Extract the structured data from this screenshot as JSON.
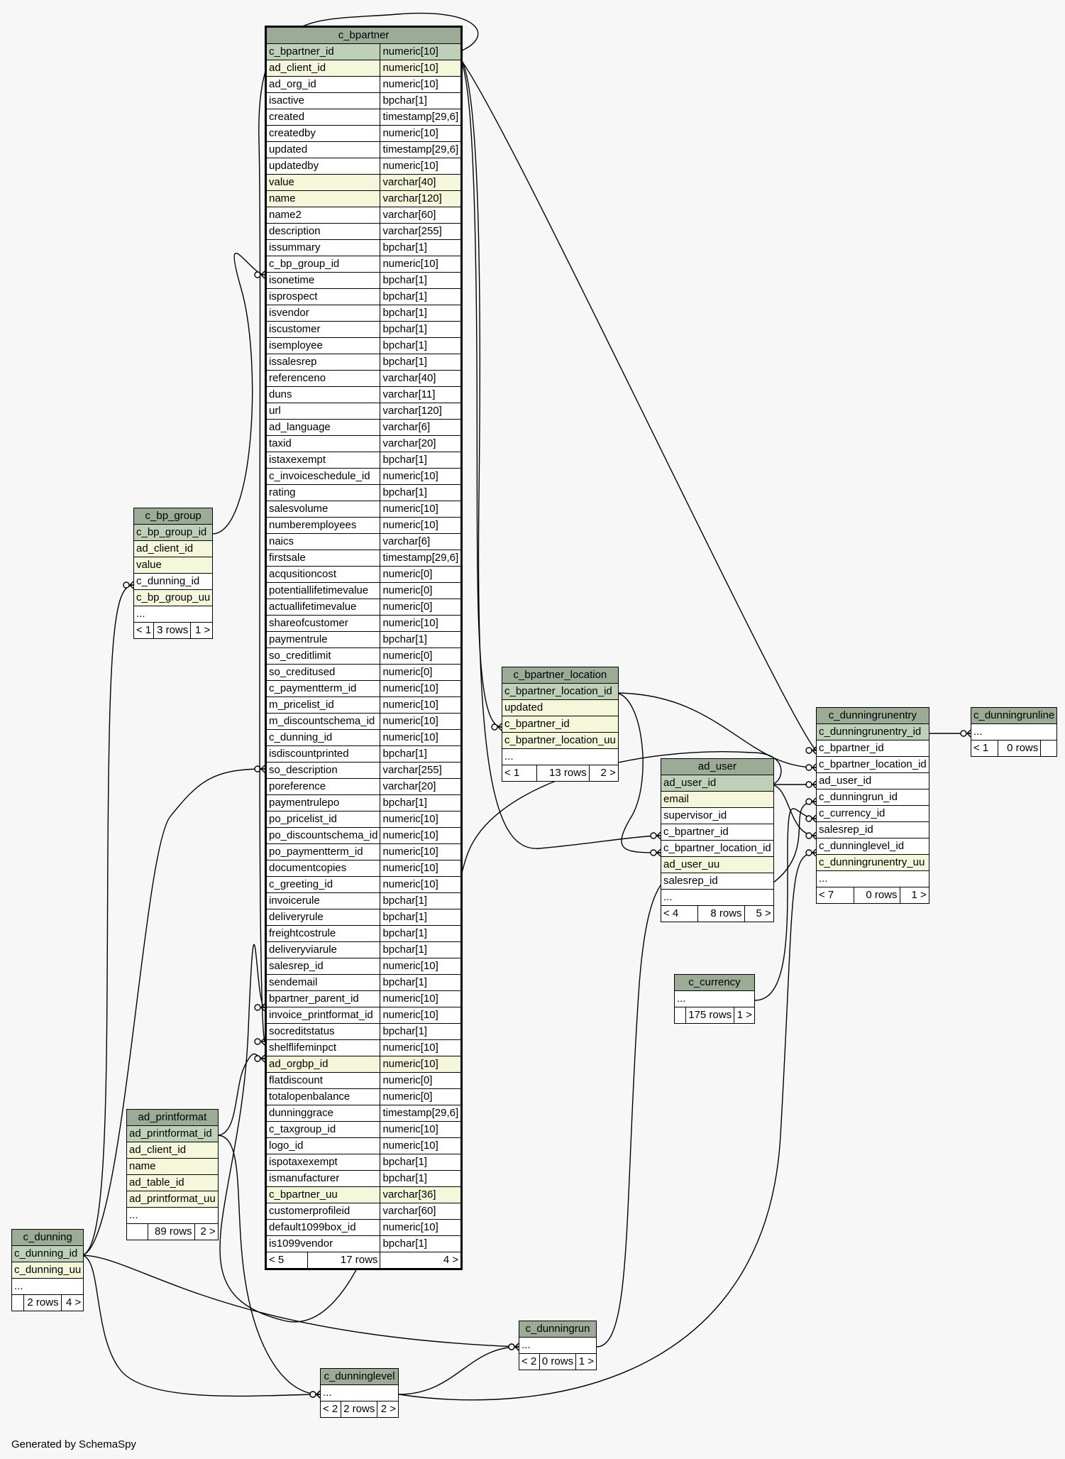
{
  "footer": "Generated by SchemaSpy",
  "tables": [
    {
      "key": "c_bpartner",
      "name": "c_bpartner",
      "main": true,
      "columns": [
        {
          "name": "c_bpartner_id",
          "type": "numeric[10]",
          "kind": "pk"
        },
        {
          "name": "ad_client_id",
          "type": "numeric[10]",
          "kind": "idx"
        },
        {
          "name": "ad_org_id",
          "type": "numeric[10]",
          "kind": "plain"
        },
        {
          "name": "isactive",
          "type": "bpchar[1]",
          "kind": "plain"
        },
        {
          "name": "created",
          "type": "timestamp[29,6]",
          "kind": "plain"
        },
        {
          "name": "createdby",
          "type": "numeric[10]",
          "kind": "plain"
        },
        {
          "name": "updated",
          "type": "timestamp[29,6]",
          "kind": "plain"
        },
        {
          "name": "updatedby",
          "type": "numeric[10]",
          "kind": "plain"
        },
        {
          "name": "value",
          "type": "varchar[40]",
          "kind": "idx"
        },
        {
          "name": "name",
          "type": "varchar[120]",
          "kind": "idx"
        },
        {
          "name": "name2",
          "type": "varchar[60]",
          "kind": "plain"
        },
        {
          "name": "description",
          "type": "varchar[255]",
          "kind": "plain"
        },
        {
          "name": "issummary",
          "type": "bpchar[1]",
          "kind": "plain"
        },
        {
          "name": "c_bp_group_id",
          "type": "numeric[10]",
          "kind": "plain"
        },
        {
          "name": "isonetime",
          "type": "bpchar[1]",
          "kind": "plain"
        },
        {
          "name": "isprospect",
          "type": "bpchar[1]",
          "kind": "plain"
        },
        {
          "name": "isvendor",
          "type": "bpchar[1]",
          "kind": "plain"
        },
        {
          "name": "iscustomer",
          "type": "bpchar[1]",
          "kind": "plain"
        },
        {
          "name": "isemployee",
          "type": "bpchar[1]",
          "kind": "plain"
        },
        {
          "name": "issalesrep",
          "type": "bpchar[1]",
          "kind": "plain"
        },
        {
          "name": "referenceno",
          "type": "varchar[40]",
          "kind": "plain"
        },
        {
          "name": "duns",
          "type": "varchar[11]",
          "kind": "plain"
        },
        {
          "name": "url",
          "type": "varchar[120]",
          "kind": "plain"
        },
        {
          "name": "ad_language",
          "type": "varchar[6]",
          "kind": "plain"
        },
        {
          "name": "taxid",
          "type": "varchar[20]",
          "kind": "plain"
        },
        {
          "name": "istaxexempt",
          "type": "bpchar[1]",
          "kind": "plain"
        },
        {
          "name": "c_invoiceschedule_id",
          "type": "numeric[10]",
          "kind": "plain"
        },
        {
          "name": "rating",
          "type": "bpchar[1]",
          "kind": "plain"
        },
        {
          "name": "salesvolume",
          "type": "numeric[10]",
          "kind": "plain"
        },
        {
          "name": "numberemployees",
          "type": "numeric[10]",
          "kind": "plain"
        },
        {
          "name": "naics",
          "type": "varchar[6]",
          "kind": "plain"
        },
        {
          "name": "firstsale",
          "type": "timestamp[29,6]",
          "kind": "plain"
        },
        {
          "name": "acqusitioncost",
          "type": "numeric[0]",
          "kind": "plain"
        },
        {
          "name": "potentiallifetimevalue",
          "type": "numeric[0]",
          "kind": "plain"
        },
        {
          "name": "actuallifetimevalue",
          "type": "numeric[0]",
          "kind": "plain"
        },
        {
          "name": "shareofcustomer",
          "type": "numeric[10]",
          "kind": "plain"
        },
        {
          "name": "paymentrule",
          "type": "bpchar[1]",
          "kind": "plain"
        },
        {
          "name": "so_creditlimit",
          "type": "numeric[0]",
          "kind": "plain"
        },
        {
          "name": "so_creditused",
          "type": "numeric[0]",
          "kind": "plain"
        },
        {
          "name": "c_paymentterm_id",
          "type": "numeric[10]",
          "kind": "plain"
        },
        {
          "name": "m_pricelist_id",
          "type": "numeric[10]",
          "kind": "plain"
        },
        {
          "name": "m_discountschema_id",
          "type": "numeric[10]",
          "kind": "plain"
        },
        {
          "name": "c_dunning_id",
          "type": "numeric[10]",
          "kind": "plain"
        },
        {
          "name": "isdiscountprinted",
          "type": "bpchar[1]",
          "kind": "plain"
        },
        {
          "name": "so_description",
          "type": "varchar[255]",
          "kind": "plain"
        },
        {
          "name": "poreference",
          "type": "varchar[20]",
          "kind": "plain"
        },
        {
          "name": "paymentrulepo",
          "type": "bpchar[1]",
          "kind": "plain"
        },
        {
          "name": "po_pricelist_id",
          "type": "numeric[10]",
          "kind": "plain"
        },
        {
          "name": "po_discountschema_id",
          "type": "numeric[10]",
          "kind": "plain"
        },
        {
          "name": "po_paymentterm_id",
          "type": "numeric[10]",
          "kind": "plain"
        },
        {
          "name": "documentcopies",
          "type": "numeric[10]",
          "kind": "plain"
        },
        {
          "name": "c_greeting_id",
          "type": "numeric[10]",
          "kind": "plain"
        },
        {
          "name": "invoicerule",
          "type": "bpchar[1]",
          "kind": "plain"
        },
        {
          "name": "deliveryrule",
          "type": "bpchar[1]",
          "kind": "plain"
        },
        {
          "name": "freightcostrule",
          "type": "bpchar[1]",
          "kind": "plain"
        },
        {
          "name": "deliveryviarule",
          "type": "bpchar[1]",
          "kind": "plain"
        },
        {
          "name": "salesrep_id",
          "type": "numeric[10]",
          "kind": "plain"
        },
        {
          "name": "sendemail",
          "type": "bpchar[1]",
          "kind": "plain"
        },
        {
          "name": "bpartner_parent_id",
          "type": "numeric[10]",
          "kind": "plain"
        },
        {
          "name": "invoice_printformat_id",
          "type": "numeric[10]",
          "kind": "plain"
        },
        {
          "name": "socreditstatus",
          "type": "bpchar[1]",
          "kind": "plain"
        },
        {
          "name": "shelflifeminpct",
          "type": "numeric[10]",
          "kind": "plain"
        },
        {
          "name": "ad_orgbp_id",
          "type": "numeric[10]",
          "kind": "idx"
        },
        {
          "name": "flatdiscount",
          "type": "numeric[0]",
          "kind": "plain"
        },
        {
          "name": "totalopenbalance",
          "type": "numeric[0]",
          "kind": "plain"
        },
        {
          "name": "dunninggrace",
          "type": "timestamp[29,6]",
          "kind": "plain"
        },
        {
          "name": "c_taxgroup_id",
          "type": "numeric[10]",
          "kind": "plain"
        },
        {
          "name": "logo_id",
          "type": "numeric[10]",
          "kind": "plain"
        },
        {
          "name": "ispotaxexempt",
          "type": "bpchar[1]",
          "kind": "plain"
        },
        {
          "name": "ismanufacturer",
          "type": "bpchar[1]",
          "kind": "plain"
        },
        {
          "name": "c_bpartner_uu",
          "type": "varchar[36]",
          "kind": "idx"
        },
        {
          "name": "customerprofileid",
          "type": "varchar[60]",
          "kind": "plain"
        },
        {
          "name": "default1099box_id",
          "type": "numeric[10]",
          "kind": "plain"
        },
        {
          "name": "is1099vendor",
          "type": "bpchar[1]",
          "kind": "plain"
        }
      ],
      "footer": {
        "parents": "< 5",
        "rows": "17 rows",
        "children": "4 >"
      }
    },
    {
      "key": "c_bp_group",
      "name": "c_bp_group",
      "columns": [
        {
          "name": "c_bp_group_id",
          "kind": "pk"
        },
        {
          "name": "ad_client_id",
          "kind": "idx"
        },
        {
          "name": "value",
          "kind": "idx"
        },
        {
          "name": "c_dunning_id",
          "kind": "plain"
        },
        {
          "name": "c_bp_group_uu",
          "kind": "idx"
        },
        {
          "name": "...",
          "kind": "plain"
        }
      ],
      "footer": {
        "parents": "< 1",
        "rows": "3 rows",
        "children": "1 >"
      }
    },
    {
      "key": "ad_printformat",
      "name": "ad_printformat",
      "columns": [
        {
          "name": "ad_printformat_id",
          "kind": "pk"
        },
        {
          "name": "ad_client_id",
          "kind": "idx"
        },
        {
          "name": "name",
          "kind": "idx"
        },
        {
          "name": "ad_table_id",
          "kind": "idx"
        },
        {
          "name": "ad_printformat_uu",
          "kind": "idx"
        },
        {
          "name": "...",
          "kind": "plain"
        }
      ],
      "footer": {
        "parents": "",
        "rows": "89 rows",
        "children": "2 >"
      }
    },
    {
      "key": "c_dunning",
      "name": "c_dunning",
      "columns": [
        {
          "name": "c_dunning_id",
          "kind": "pk"
        },
        {
          "name": "c_dunning_uu",
          "kind": "idx"
        },
        {
          "name": "...",
          "kind": "plain"
        }
      ],
      "footer": {
        "parents": "",
        "rows": "2 rows",
        "children": "4 >"
      }
    },
    {
      "key": "c_bpartner_location",
      "name": "c_bpartner_location",
      "columns": [
        {
          "name": "c_bpartner_location_id",
          "kind": "pk"
        },
        {
          "name": "updated",
          "kind": "idx"
        },
        {
          "name": "c_bpartner_id",
          "kind": "idx"
        },
        {
          "name": "c_bpartner_location_uu",
          "kind": "idx"
        },
        {
          "name": "...",
          "kind": "plain"
        }
      ],
      "footer": {
        "parents": "< 1",
        "rows": "13 rows",
        "children": "2 >"
      }
    },
    {
      "key": "ad_user",
      "name": "ad_user",
      "columns": [
        {
          "name": "ad_user_id",
          "kind": "pk"
        },
        {
          "name": "email",
          "kind": "idx"
        },
        {
          "name": "supervisor_id",
          "kind": "plain"
        },
        {
          "name": "c_bpartner_id",
          "kind": "plain"
        },
        {
          "name": "c_bpartner_location_id",
          "kind": "plain"
        },
        {
          "name": "ad_user_uu",
          "kind": "idx"
        },
        {
          "name": "salesrep_id",
          "kind": "plain"
        },
        {
          "name": "...",
          "kind": "plain"
        }
      ],
      "footer": {
        "parents": "< 4",
        "rows": "8 rows",
        "children": "5 >"
      }
    },
    {
      "key": "c_dunningrunentry",
      "name": "c_dunningrunentry",
      "columns": [
        {
          "name": "c_dunningrunentry_id",
          "kind": "pk"
        },
        {
          "name": "c_bpartner_id",
          "kind": "plain"
        },
        {
          "name": "c_bpartner_location_id",
          "kind": "plain"
        },
        {
          "name": "ad_user_id",
          "kind": "plain"
        },
        {
          "name": "c_dunningrun_id",
          "kind": "plain"
        },
        {
          "name": "c_currency_id",
          "kind": "plain"
        },
        {
          "name": "salesrep_id",
          "kind": "plain"
        },
        {
          "name": "c_dunninglevel_id",
          "kind": "plain"
        },
        {
          "name": "c_dunningrunentry_uu",
          "kind": "idx"
        },
        {
          "name": "...",
          "kind": "plain"
        }
      ],
      "footer": {
        "parents": "< 7",
        "rows": "0 rows",
        "children": "1 >"
      }
    },
    {
      "key": "c_dunningrunline",
      "name": "c_dunningrunline",
      "columns": [
        {
          "name": "...",
          "kind": "plain"
        }
      ],
      "footer": {
        "parents": "< 1",
        "rows": "0 rows",
        "children": ""
      }
    },
    {
      "key": "c_currency",
      "name": "c_currency",
      "columns": [
        {
          "name": "...",
          "kind": "plain"
        }
      ],
      "footer": {
        "parents": "",
        "rows": "175 rows",
        "children": "1 >"
      }
    },
    {
      "key": "c_dunningrun",
      "name": "c_dunningrun",
      "columns": [
        {
          "name": "...",
          "kind": "plain"
        }
      ],
      "footer": {
        "parents": "< 2",
        "rows": "0 rows",
        "children": "1 >"
      }
    },
    {
      "key": "c_dunninglevel",
      "name": "c_dunninglevel",
      "columns": [
        {
          "name": "...",
          "kind": "plain"
        }
      ],
      "footer": {
        "parents": "< 2",
        "rows": "2 rows",
        "children": "2 >"
      }
    }
  ]
}
